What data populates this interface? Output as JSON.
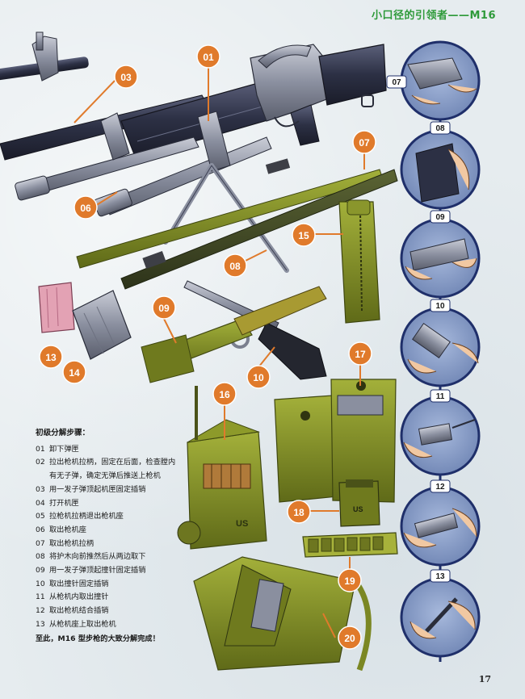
{
  "header": {
    "title": "小口径的引领者——M16"
  },
  "callouts": {
    "c01": "01",
    "c03": "03",
    "c06": "06",
    "c07": "07",
    "c08": "08",
    "c09": "09",
    "c10": "10",
    "c13": "13",
    "c14": "14",
    "c15": "15",
    "c16": "16",
    "c17": "17",
    "c18": "18",
    "c19": "19",
    "c20": "20"
  },
  "sequence": {
    "s07": "07",
    "s08": "08",
    "s09": "09",
    "s10": "10",
    "s11": "11",
    "s12": "12",
    "s13": "13"
  },
  "stamps": {
    "us": "US"
  },
  "steps": {
    "heading": "初级分解步骤：",
    "items": [
      {
        "num": "01",
        "text": "卸下弹匣"
      },
      {
        "num": "02",
        "text": "拉出枪机拉柄，固定在后面，检查膛内有无子弹，确定无弹后推送上枪机"
      },
      {
        "num": "03",
        "text": "用一发子弹顶起机匣固定插销"
      },
      {
        "num": "04",
        "text": "打开机匣"
      },
      {
        "num": "05",
        "text": "拉枪机拉柄退出枪机座"
      },
      {
        "num": "06",
        "text": "取出枪机座"
      },
      {
        "num": "07",
        "text": "取出枪机拉柄"
      },
      {
        "num": "08",
        "text": "将护木向前推然后从两边取下"
      },
      {
        "num": "09",
        "text": "用一发子弹顶起撞针固定插销"
      },
      {
        "num": "10",
        "text": "取出撞针固定插销"
      },
      {
        "num": "11",
        "text": "从枪机内取出撞针"
      },
      {
        "num": "12",
        "text": "取出枪机结合插销"
      },
      {
        "num": "13",
        "text": "从枪机座上取出枪机"
      }
    ],
    "conclusion": "至此，M16 型步枪的大致分解完成！"
  },
  "page_number": "17",
  "colors": {
    "callout": "#e07a2b",
    "title": "#2e9a3a",
    "circle_bg": "#8ea3c9",
    "circle_ring": "#1f2f6a",
    "olive": "#7d8a25",
    "olive_dark": "#4f5a14",
    "metal": "#3b3f52"
  }
}
